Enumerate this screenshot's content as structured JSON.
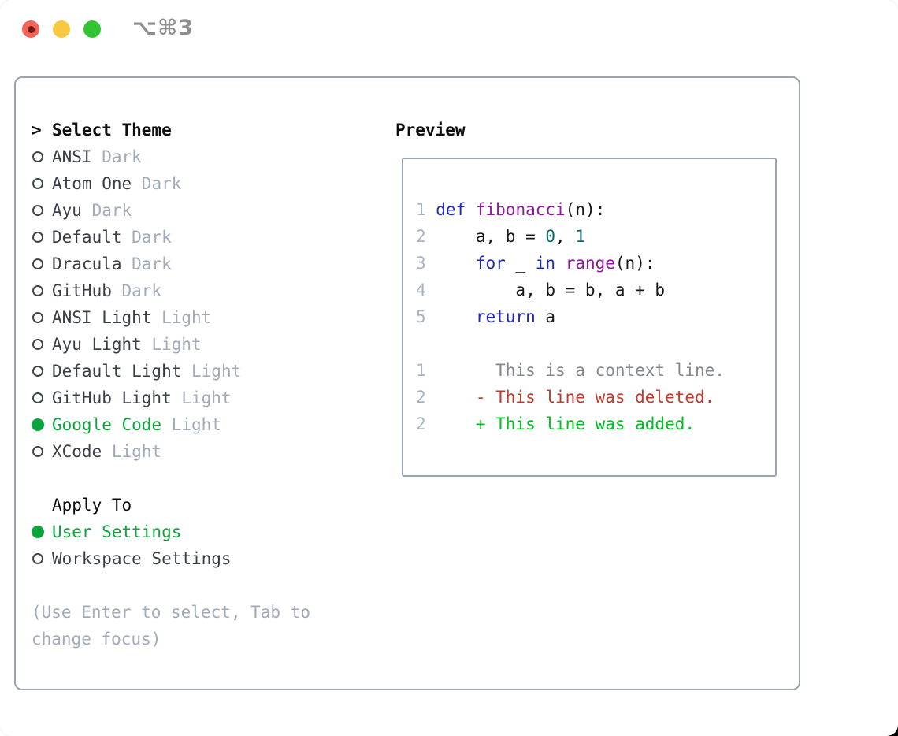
{
  "colors": {
    "accent_green": "#0aa53c",
    "added_green": "#00bd20",
    "deleted_red": "#c23a2b",
    "context_gray": "#85898f",
    "keyword_blue": "#1e2ab8",
    "type_purple": "#8e189e",
    "literal_teal": "#0b6b6e",
    "plain_text": "#15171a",
    "line_number": "#a9b2c0",
    "item_text": "#3a3e45",
    "muted_text": "#a2abb8",
    "heading_text": "#0c0d0f",
    "panel_border": "#9aa3b0",
    "titlebar_text": "#8e8e8e",
    "traffic_red": "#f4635a",
    "traffic_red_core": "#791713",
    "traffic_yellow": "#f9c841",
    "traffic_green": "#31c433"
  },
  "titlebar": {
    "shortcut_title": "⌥⌘3"
  },
  "theme_panel": {
    "header_cursor": ">",
    "header_label": "Select Theme",
    "items": [
      {
        "name": "ANSI",
        "variant": "Dark",
        "selected": false
      },
      {
        "name": "Atom One",
        "variant": "Dark",
        "selected": false
      },
      {
        "name": "Ayu",
        "variant": "Dark",
        "selected": false
      },
      {
        "name": "Default",
        "variant": "Dark",
        "selected": false
      },
      {
        "name": "Dracula",
        "variant": "Dark",
        "selected": false
      },
      {
        "name": "GitHub",
        "variant": "Dark",
        "selected": false
      },
      {
        "name": "ANSI Light",
        "variant": "Light",
        "selected": false
      },
      {
        "name": "Ayu Light",
        "variant": "Light",
        "selected": false
      },
      {
        "name": "Default Light",
        "variant": "Light",
        "selected": false
      },
      {
        "name": "GitHub Light",
        "variant": "Light",
        "selected": false
      },
      {
        "name": "Google Code",
        "variant": "Light",
        "selected": true
      },
      {
        "name": "XCode",
        "variant": "Light",
        "selected": false
      }
    ],
    "apply_to_label": "Apply To",
    "apply_options": [
      {
        "label": "User Settings",
        "selected": true
      },
      {
        "label": "Workspace Settings",
        "selected": false
      }
    ],
    "hint": "(Use Enter to select, Tab to change focus)"
  },
  "preview": {
    "label": "Preview",
    "lines": [
      {
        "num": "1",
        "tokens": [
          [
            "kw",
            "def"
          ],
          [
            "pln",
            " "
          ],
          [
            "typ",
            "fibonacci"
          ],
          [
            "pln",
            "(n):"
          ]
        ]
      },
      {
        "num": "2",
        "tokens": [
          [
            "pln",
            "    a, b = "
          ],
          [
            "lit",
            "0"
          ],
          [
            "pln",
            ", "
          ],
          [
            "lit",
            "1"
          ]
        ]
      },
      {
        "num": "3",
        "tokens": [
          [
            "pln",
            "    "
          ],
          [
            "kw",
            "for"
          ],
          [
            "pln",
            " _ "
          ],
          [
            "kw",
            "in"
          ],
          [
            "pln",
            " "
          ],
          [
            "typ",
            "range"
          ],
          [
            "pln",
            "(n):"
          ]
        ]
      },
      {
        "num": "4",
        "tokens": [
          [
            "pln",
            "        a, b = b, a + b"
          ]
        ]
      },
      {
        "num": "5",
        "tokens": [
          [
            "pln",
            "    "
          ],
          [
            "kw",
            "return"
          ],
          [
            "pln",
            " a"
          ]
        ]
      },
      {
        "num": "",
        "tokens": []
      },
      {
        "num": "1",
        "tokens": [
          [
            "ctx",
            "      This is a context line."
          ]
        ]
      },
      {
        "num": "2",
        "tokens": [
          [
            "del",
            "    - This line was deleted."
          ]
        ]
      },
      {
        "num": "2",
        "tokens": [
          [
            "add",
            "    + This line was added."
          ]
        ]
      }
    ]
  }
}
